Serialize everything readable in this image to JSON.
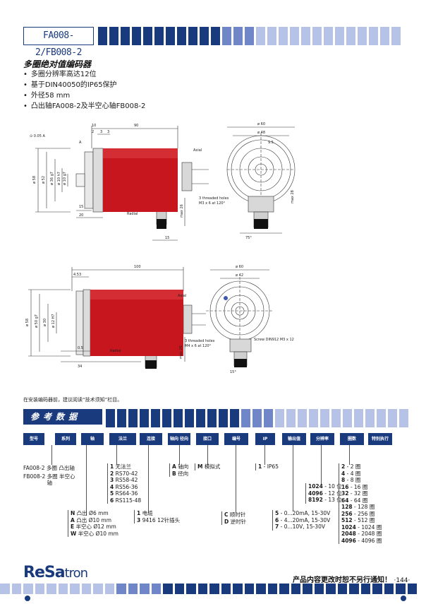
{
  "header": {
    "model_title": "FA008-2/FB008-2"
  },
  "intro": {
    "heading": "多圈绝对值编码器",
    "bullets": [
      "多圈分辨率高达12位",
      "基于DIN40050的IP65保护",
      "外径58 mm",
      "凸出轴FA008-2及半空心轴FB008-2"
    ]
  },
  "drawing1": {
    "dims": [
      "10",
      "90",
      "2",
      "3",
      "3",
      "⊙ 0.05 A",
      "A",
      "15",
      "20",
      "15",
      "ø 58",
      "ø 52",
      "ø 36 g7",
      "ø 10 h7",
      "ø 10 g7",
      "max 26",
      "max 28",
      "ø 60",
      "ø 48",
      "9.5",
      "Axial",
      "Radial",
      "3 threaded holes",
      "M3 x 6 at 120°",
      "75°"
    ]
  },
  "drawing2": {
    "dims": [
      "4.53",
      "100",
      "34",
      "0.5",
      "ø 58",
      "ø 50 g7",
      "ø 30",
      "ø 12 H7",
      "max 26",
      "ø 60",
      "ø 42",
      "Axial",
      "Radial",
      "3 threaded holes",
      "M4 x 6 at 120°",
      "Screw DIN912 M3 x 12",
      "15°"
    ]
  },
  "install_note": "在安装编码器前，建议阅读“技术须知”栏目。",
  "ordering": {
    "section_title": "参考数据",
    "columns": [
      "型号",
      "系列",
      "轴",
      "法兰",
      "连接",
      "轴向 径向",
      "接口",
      "编号",
      "IP",
      "输出值",
      "分辨率",
      "圈数",
      "特别执行"
    ],
    "model_options": [
      {
        "code": "FA008-2",
        "desc": "多圈 凸出轴"
      },
      {
        "code": "FB008-2",
        "desc": "多圈 半空心轴"
      }
    ],
    "flange_options": [
      {
        "code": "1",
        "desc": "无法兰"
      },
      {
        "code": "2",
        "desc": "RS70-42"
      },
      {
        "code": "3",
        "desc": "RS58-42"
      },
      {
        "code": "4",
        "desc": "RS56-36"
      },
      {
        "code": "5",
        "desc": "RS64-36"
      },
      {
        "code": "6",
        "desc": "RS115-48"
      }
    ],
    "connection_options": [
      {
        "code": "1",
        "desc": "电缆"
      },
      {
        "code": "3",
        "desc": "9416 12针插头"
      }
    ],
    "direction_options": [
      {
        "code": "A",
        "desc": "轴向"
      },
      {
        "code": "B",
        "desc": "径向"
      }
    ],
    "interface_options": [
      {
        "code": "M",
        "desc": "模拟式"
      }
    ],
    "ip_options": [
      {
        "code": "1",
        "desc": "- IP65"
      }
    ],
    "shaft_options": [
      {
        "code": "N",
        "desc": "凸出 Ø6 mm"
      },
      {
        "code": "A",
        "desc": "凸出 Ø10 mm"
      },
      {
        "code": "E",
        "desc": "半空心 Ø12 mm"
      },
      {
        "code": "W",
        "desc": "半空心 Ø10 mm"
      }
    ],
    "number_options": [
      {
        "code": "C",
        "desc": "顺时针"
      },
      {
        "code": "D",
        "desc": "逆时针"
      }
    ],
    "resolution_options": [
      {
        "code": "1024",
        "desc": "- 10 位"
      },
      {
        "code": "4096",
        "desc": "- 12 位"
      },
      {
        "code": "8192",
        "desc": "- 13 位"
      }
    ],
    "output_options": [
      {
        "code": "5",
        "desc": "- 0...20mA, 15-30V"
      },
      {
        "code": "6",
        "desc": "- 4...20mA, 15-30V"
      },
      {
        "code": "7",
        "desc": "- 0...10V, 15-30V"
      }
    ],
    "turns_options": [
      {
        "code": "2",
        "desc": "- 2 圈"
      },
      {
        "code": "4",
        "desc": "- 4 圈"
      },
      {
        "code": "8",
        "desc": "- 8 圈"
      },
      {
        "code": "16",
        "desc": "- 16 圈"
      },
      {
        "code": "32",
        "desc": "- 32 圈"
      },
      {
        "code": "64",
        "desc": "- 64 圈"
      },
      {
        "code": "128",
        "desc": "- 128 圈"
      },
      {
        "code": "256",
        "desc": "- 256 圈"
      },
      {
        "code": "512",
        "desc": "- 512 圈"
      },
      {
        "code": "1024",
        "desc": "- 1024 圈"
      },
      {
        "code": "2048",
        "desc": "- 2048 圈"
      },
      {
        "code": "4096",
        "desc": "- 4096 圈"
      }
    ]
  },
  "footer": {
    "logo_bold": "ReSa",
    "logo_thin": "tron",
    "notice": "产品内容更改时恕不另行通知！",
    "page_number": "·144·"
  },
  "colors": {
    "navy": "#1a3a7e",
    "light_blue": "#b7c3e6",
    "mid_blue": "#6f86c8",
    "encoder_red": "#c8161e"
  }
}
